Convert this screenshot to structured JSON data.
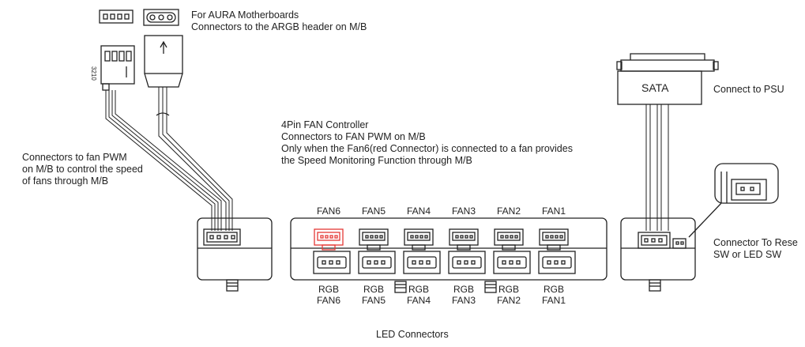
{
  "aura": {
    "line1": "For AURA Motherboards",
    "line2": "Connectors to the ARGB header on M/B"
  },
  "fan_pwm_note": {
    "line1": "Connectors to fan PWM",
    "line2": "on M/B to control the speed",
    "line3": "of fans through M/B"
  },
  "controller": {
    "title": "4Pin FAN Controller",
    "line2": "Connectors to FAN PWM on M/B",
    "line3": "Only when the Fan6(red Connector) is connected to a fan provides",
    "line4": "the Speed Monitoring Function through M/B"
  },
  "sata": {
    "label": "SATA",
    "note": "Connect to PSU"
  },
  "reset": {
    "line1": "Connector To Rese",
    "line2": "SW or LED SW"
  },
  "fans": [
    "FAN6",
    "FAN5",
    "FAN4",
    "FAN3",
    "FAN2",
    "FAN1"
  ],
  "rgb": {
    "top": "RGB",
    "bottom": [
      "FAN6",
      "FAN5",
      "FAN4",
      "FAN3",
      "FAN2",
      "FAN1"
    ]
  },
  "led_connectors": "LED Connectors",
  "connector_mark": "3210",
  "colors": {
    "line": "#222222",
    "fan6_highlight": "#e53935",
    "body_fill": "#ffffff"
  }
}
